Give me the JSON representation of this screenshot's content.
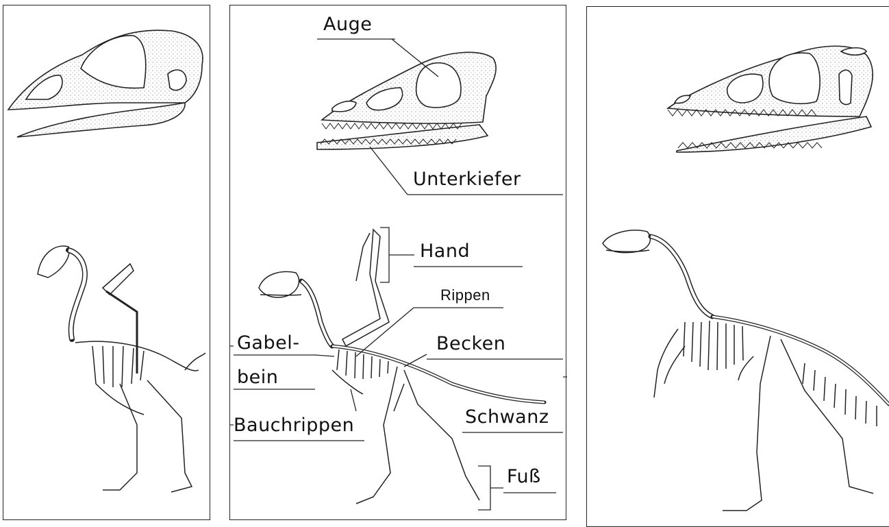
{
  "labels": {
    "auge": "Auge",
    "unterkiefer": "Unterkiefer",
    "hand": "Hand",
    "rippen": "Rippen",
    "gabel": "Gabel-",
    "bein": "bein",
    "becken": "Becken",
    "bauchrippen": "Bauchrippen",
    "schwanz": "Schwanz",
    "fuss": "Fuß"
  },
  "colors": {
    "ink": "#222222",
    "stipple": "#bdbdbd",
    "paper": "#ffffff"
  }
}
